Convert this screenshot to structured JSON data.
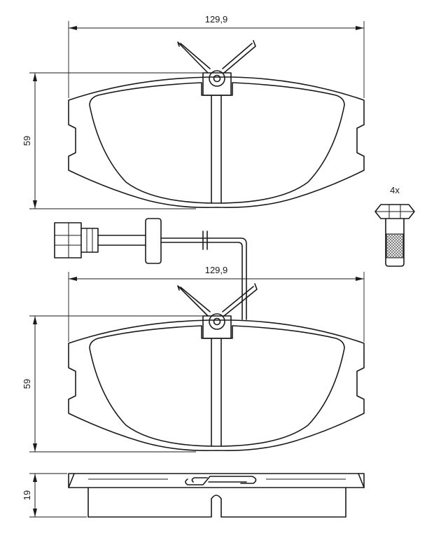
{
  "dimensions": {
    "top_width": "129,9",
    "top_height": "59",
    "bottom_width": "129,9",
    "bottom_height": "59",
    "thickness": "19"
  },
  "bolt": {
    "quantity": "4x"
  }
}
